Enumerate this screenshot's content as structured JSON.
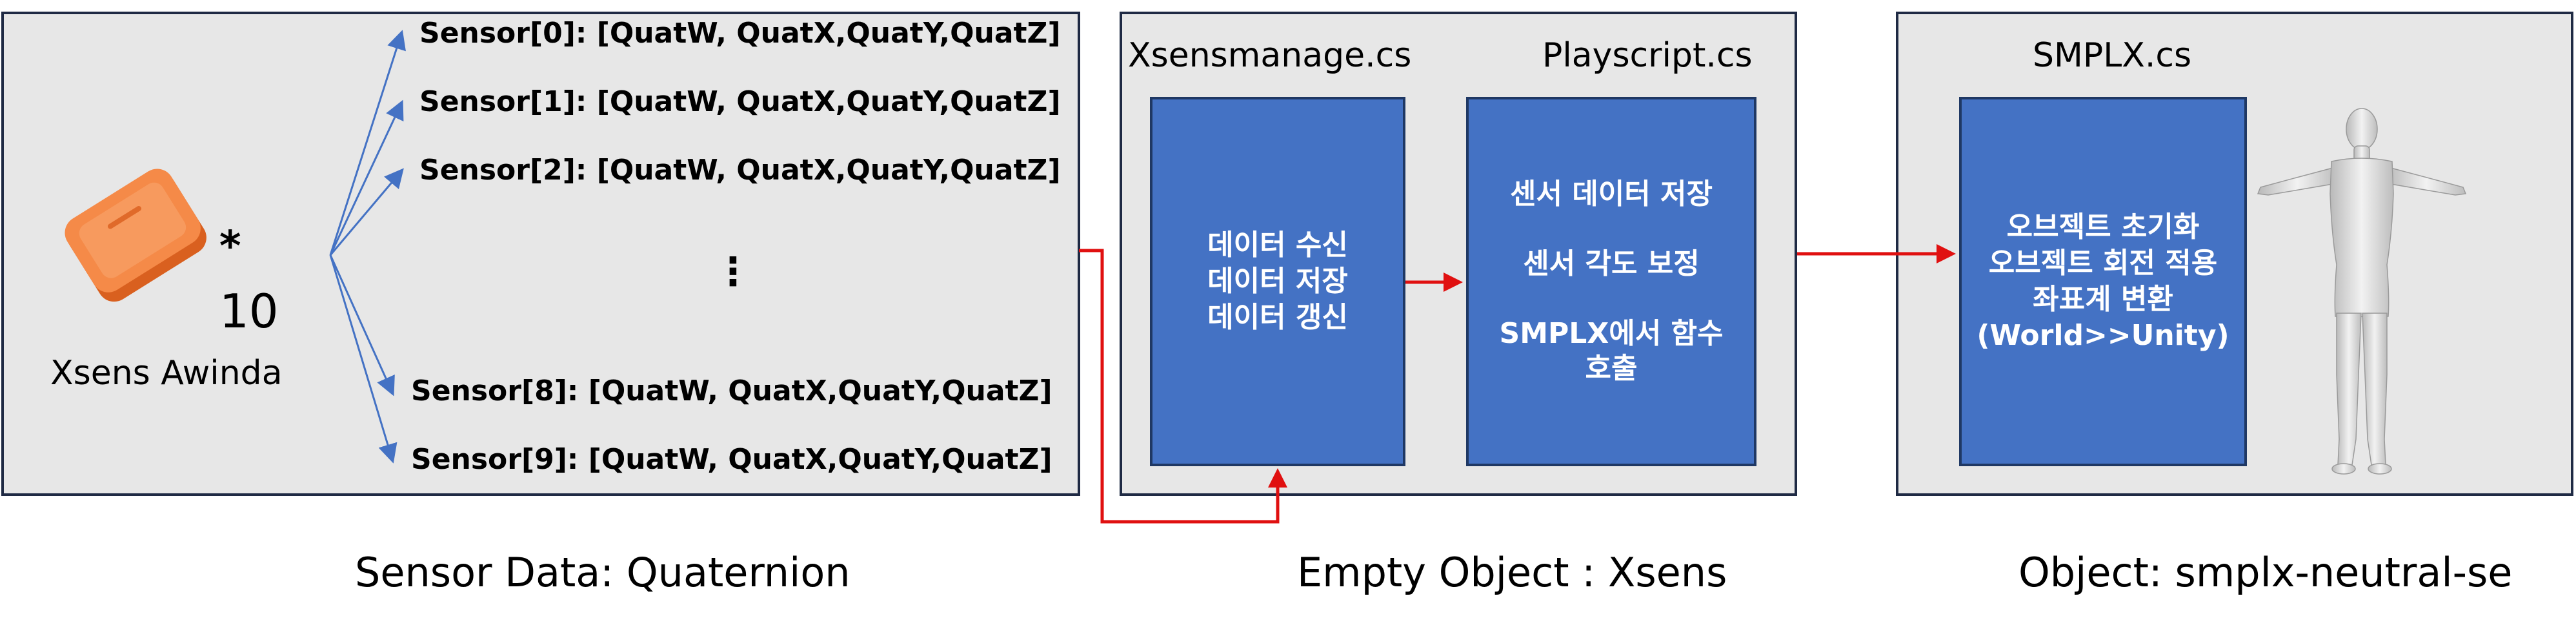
{
  "colors": {
    "panel_fill": "#e7e7e7",
    "panel_border": "#1f2a44",
    "box_fill": "#4472c4",
    "box_text": "#ffffff",
    "arrow_red": "#e01010",
    "arrow_blue": "#4472c4",
    "device_orange": "#f0783a"
  },
  "sensor_panel": {
    "device_icon": "xsens-sensor-icon",
    "multiplier_star": "*",
    "multiplier_count": "10",
    "device_label": "Xsens Awinda",
    "sensors": [
      "Sensor[0]: [QuatW, QuatX,QuatY,QuatZ]",
      "Sensor[1]: [QuatW, QuatX,QuatY,QuatZ]",
      "Sensor[2]: [QuatW, QuatX,QuatY,QuatZ]",
      "Sensor[8]: [QuatW, QuatX,QuatY,QuatZ]",
      "Sensor[9]: [QuatW, QuatX,QuatY,QuatZ]"
    ],
    "ellipsis": "⋮",
    "caption": "Sensor Data: Quaternion"
  },
  "xsens_panel": {
    "left_title": "Xsensmanage.cs",
    "right_title": "Playscript.cs",
    "left_box_lines": [
      "데이터 수신",
      "데이터 저장",
      "데이터 갱신"
    ],
    "right_box_lines": [
      "센서 데이터 저장",
      "",
      "센서 각도 보정",
      "",
      "SMPLX에서 함수",
      "호출"
    ],
    "caption": "Empty Object : Xsens"
  },
  "smplx_panel": {
    "title": "SMPLX.cs",
    "box_lines": [
      "오브젝트 초기화",
      "오브젝트 회전 적용",
      "좌표계 변환",
      "(World>>Unity)"
    ],
    "figure_icon": "human-body-model-icon",
    "caption": "Object: smplx-neutral-se"
  }
}
